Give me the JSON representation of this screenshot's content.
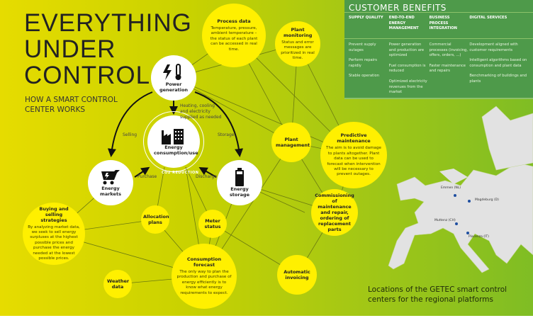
{
  "title": "EVERYTHING UNDER CONTROL",
  "title_lines": [
    "EVERYTHING",
    "UNDER",
    "CONTROL"
  ],
  "subtitle_lines": [
    "HOW A SMART CONTROL",
    "CENTER WORKS"
  ],
  "benefits": {
    "heading": "CUSTOMER BENEFITS",
    "columns": [
      {
        "header": "SUPPLY QUALITY",
        "items": [
          "Prevent supply outages",
          "Perform repairs rapidly",
          "Stable operation"
        ]
      },
      {
        "header": "END-TO-END ENERGY MANAGEMENT",
        "items": [
          "Power generation and production are optimized",
          "Fuel consumption is reduced",
          "Optimized electricity revenues from the market"
        ]
      },
      {
        "header": "BUSINESS PROCESS INTEGRATION",
        "items": [
          "Commercial processes (invoicing, offers, orders, ...)",
          "Faster maintenance and repairs"
        ]
      },
      {
        "header": "DIGITAL SERVICES",
        "items": [
          "Development aligned with customer requirements",
          "Intelligent algorithms based on consumption and plant data",
          "Benchmarking of buildings and plants"
        ]
      }
    ]
  },
  "nodes": {
    "power": {
      "title": "Power generation"
    },
    "consumption": {
      "title": "Energy consumption/use",
      "badge": "CO2 REDUCTION"
    },
    "markets": {
      "title": "Energy markets"
    },
    "storage": {
      "title": "Energy storage"
    },
    "process": {
      "title": "Process data",
      "text": "Temperature, pressure, ambient temperature – the status of each plant can be accessed in real time."
    },
    "monitoring": {
      "title": "Plant monitoring",
      "text": "Status and error messages are prioritized in real time."
    },
    "management": {
      "title": "Plant management"
    },
    "predictive": {
      "title": "Predictive maintenance",
      "text": "The aim is to avoid damage to plants altogether. Plant data can be used to forecast when intervention will be necessary to prevent outages."
    },
    "commissioning": {
      "title": "Commissioning of maintenance and repair, ordering of replacement parts"
    },
    "invoicing": {
      "title": "Automatic invoicing"
    },
    "buying": {
      "title": "Buying and selling strategies",
      "text": "By analyzing market data, we seek to sell energy surpluses at the highest possible prices and purchase the energy needed at the lowest possible prices."
    },
    "allocation": {
      "title": "Allocation plans"
    },
    "meter": {
      "title": "Meter status"
    },
    "forecast": {
      "title": "Consumption forecast",
      "text": "The only way to plan the production and purchase of energy efficiently is to know what energy requirements to expect."
    },
    "weather": {
      "title": "Weather data"
    }
  },
  "flow_labels": {
    "heating": "Heating, cooling and electricity supplied as needed",
    "selling": "Selling",
    "storage": "Storage",
    "purchase": "Purchase",
    "discharge": "Discharge"
  },
  "map": {
    "caption": "Locations of the GETEC smart control centers for the regional platforms",
    "caption_lines": [
      "Locations of the GETEC smart control",
      "centers for the regional platforms"
    ],
    "cities": [
      "Emmen (NL)",
      "Magdeburg (D)",
      "Muttenz (CH)",
      "Piacenza (IT)"
    ],
    "dot_color": "#1f4fa0"
  },
  "colors": {
    "yellow": "#fff000",
    "green_box": "#4e9a4a"
  }
}
